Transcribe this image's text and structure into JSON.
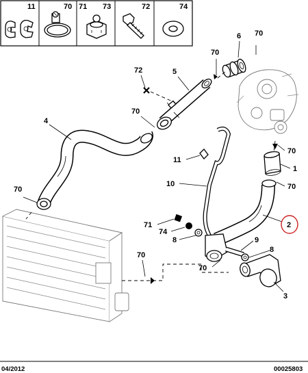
{
  "legend": {
    "headers": [
      "11",
      "70",
      "71",
      "73",
      "72",
      "74"
    ]
  },
  "callouts": {
    "p6": "6",
    "p70_top_right": "70",
    "p70_turbo_inlet": "70",
    "p72": "72",
    "p5": "5",
    "p70_hose5": "70",
    "p4": "4",
    "p70_turbo_outlet": "70",
    "p11": "11",
    "p1": "1",
    "p10": "10",
    "p70_hose2_top": "70",
    "p70_left": "70",
    "p2": "2",
    "p71": "71",
    "p74": "74",
    "p8_left": "8",
    "p9": "9",
    "p8_right": "8",
    "p70_bottom": "70",
    "p70_hose3": "70",
    "p3": "3"
  },
  "footer": {
    "date": "04/2012",
    "ref": "00025803"
  },
  "colors": {
    "line": "#000000",
    "ghost": "#777777",
    "highlight": "#cc2222"
  }
}
